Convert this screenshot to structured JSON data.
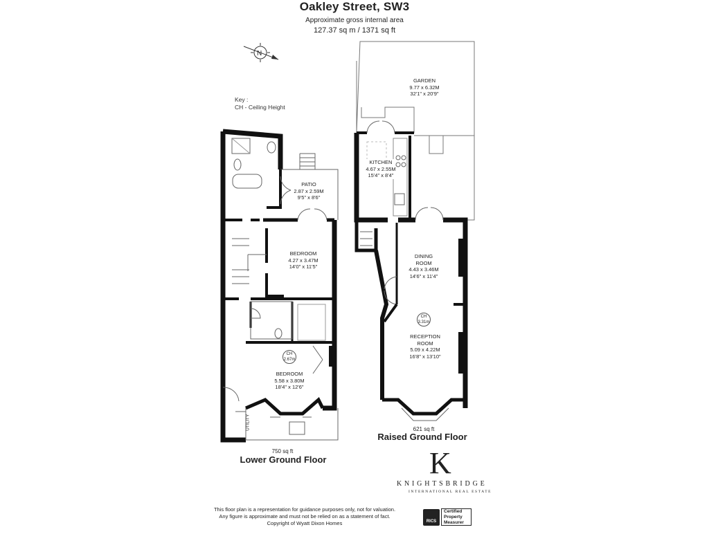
{
  "header": {
    "title": "Oakley Street, SW3",
    "subtitle": "Approximate gross internal area",
    "area": "127.37 sq m /  1371 sq ft"
  },
  "key": {
    "heading": "Key :",
    "item": "CH - Ceiling Height"
  },
  "compass": {
    "letter": "N"
  },
  "lower_ground": {
    "name": "Lower Ground Floor",
    "area": "750 sq ft",
    "rooms": {
      "patio": {
        "name": "PATIO",
        "metric": "2.87 x 2.59M",
        "imperial": "9'5\" x 8'6\""
      },
      "bedroom1": {
        "name": "BEDROOM",
        "metric": "4.27 x 3.47M",
        "imperial": "14'0\" x 11'5\""
      },
      "bedroom2": {
        "name": "BEDROOM",
        "metric": "5.58 x 3.80M",
        "imperial": "18'4\" x 12'6\""
      },
      "utility": {
        "name": "UTILITY"
      }
    },
    "ceiling": {
      "label": "CH",
      "value": "2.67m"
    }
  },
  "raised_ground": {
    "name": "Raised Ground Floor",
    "area": "621 sq ft",
    "rooms": {
      "garden": {
        "name": "GARDEN",
        "metric": "9.77 x 6.32M",
        "imperial": "32'1\" x 20'9\""
      },
      "kitchen": {
        "name": "KITCHEN",
        "metric": "4.67 x 2.55M",
        "imperial": "15'4\" x 8'4\""
      },
      "dining": {
        "name": "DINING",
        "name2": "ROOM",
        "metric": "4.43 x 3.46M",
        "imperial": "14'6\" x 11'4\""
      },
      "reception": {
        "name": "RECEPTION",
        "name2": "ROOM",
        "metric": "5.09 x 4.22M",
        "imperial": "16'8\" x 13'10\""
      }
    },
    "ceiling": {
      "label": "CH",
      "value": "3.31m"
    }
  },
  "branding": {
    "logo_letter": "K",
    "name": "KNIGHTSBRIDGE",
    "tagline": "INTERNATIONAL REAL ESTATE",
    "rics": "RICS",
    "cert_line1": "Certified",
    "cert_line2": "Property",
    "cert_line3": "Measurer"
  },
  "disclaimer": {
    "line1": "This floor plan is a representation for guidance purposes only, not for valuation.",
    "line2": "Any figure is approximate and must not be relied on as a statement of fact.",
    "line3": "Copyright of Wyatt Dixon Homes"
  },
  "colors": {
    "wall": "#111111",
    "line": "#666666",
    "text": "#222222"
  }
}
